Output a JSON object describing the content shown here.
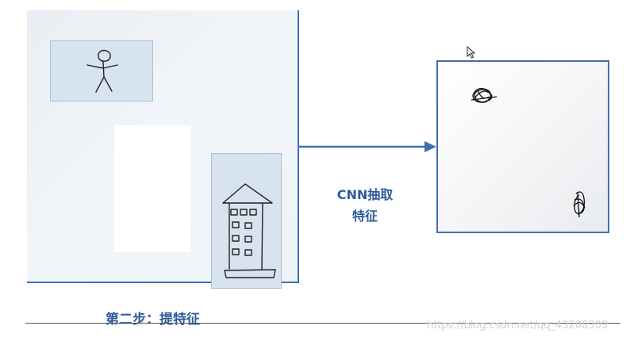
{
  "caption": "第二步：提特征",
  "arrow_label": {
    "line1": "CNN抽取",
    "line2": "特征"
  },
  "watermark": "https://blog.csdn.net/qq_43208303",
  "colors": {
    "accent": "#3f6fad",
    "caption_text": "#2f5b9a",
    "card_fill": "#d7e3ef"
  },
  "icons": {
    "person": "stick-figure-icon",
    "building": "building-icon",
    "cursor": "mouse-cursor-icon"
  }
}
